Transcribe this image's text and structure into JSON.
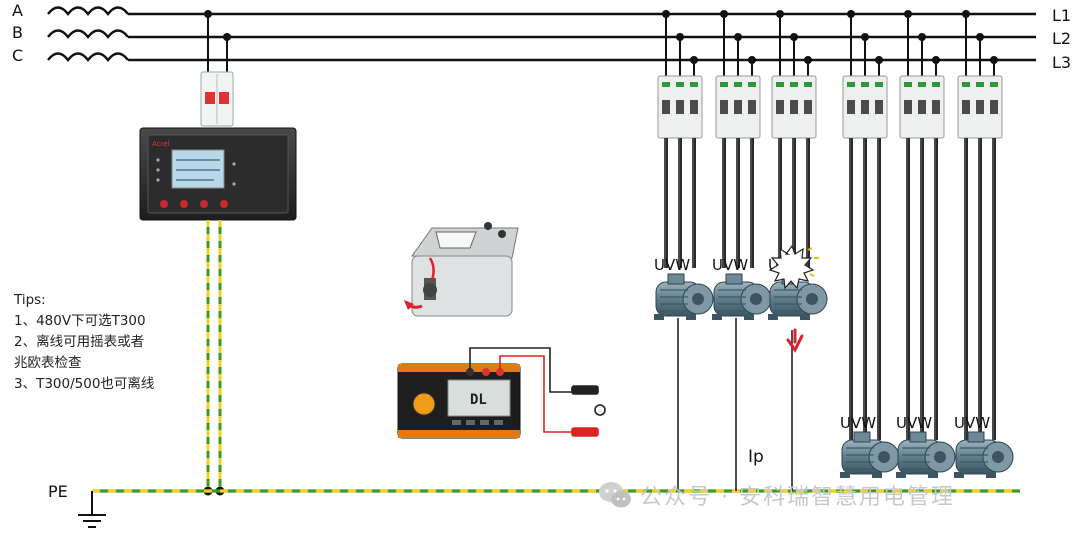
{
  "phases": {
    "a": "A",
    "b": "B",
    "c": "C"
  },
  "lines": {
    "l1": "L1",
    "l2": "L2",
    "l3": "L3"
  },
  "pe_label": "PE",
  "ip_label": "Ip",
  "motor_terminal_label": "UVW",
  "damaged_motor_terminal_label": "U",
  "motor_count": 6,
  "tips": {
    "title": "Tips:",
    "items": [
      "1、480V下可选T300",
      "2、离线可用摇表或者",
      "兆欧表检查",
      "3、T300/500也可离线"
    ]
  },
  "meter": {
    "brand": "Acrel",
    "display": "DL"
  },
  "watermark": "公众号 · 安科瑞智慧用电管理",
  "colors": {
    "bus": "#111111",
    "pe_green": "#3d9a2a",
    "pe_yellow": "#f0d020",
    "fault": "#e0202a",
    "motor": "#5f7d8c",
    "breaker": "#eef0f0"
  }
}
